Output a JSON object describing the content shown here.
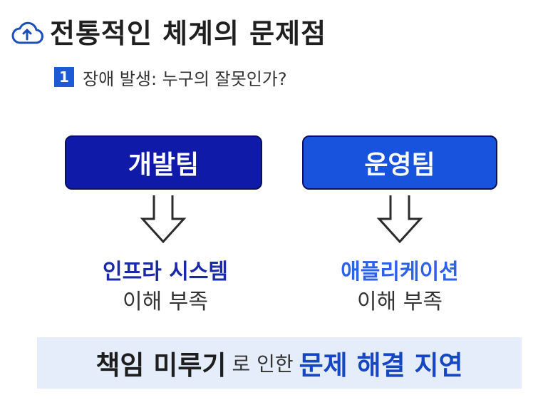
{
  "header": {
    "title": "전통적인 체계의 문제점",
    "badge_number": "1",
    "subtitle": "장애 발생: 누구의 잘못인가?"
  },
  "teams": {
    "dev": {
      "label": "개발팀",
      "lack_topic": "인프라 시스템",
      "lack_text": "이해 부족"
    },
    "ops": {
      "label": "운영팀",
      "lack_topic": "애플리케이션",
      "lack_text": "이해 부족"
    }
  },
  "banner": {
    "part1": "책임 미루기",
    "part2": "로 인한",
    "part3": "문제 해결 지연"
  },
  "icons": {
    "logo": "cloud-upload-icon",
    "arrow": "down-arrow-icon"
  },
  "colors": {
    "dev_box": "#0f1aa8",
    "ops_box": "#1753dc",
    "accent_blue": "#1546c4",
    "banner_bg": "#e4edf9"
  }
}
